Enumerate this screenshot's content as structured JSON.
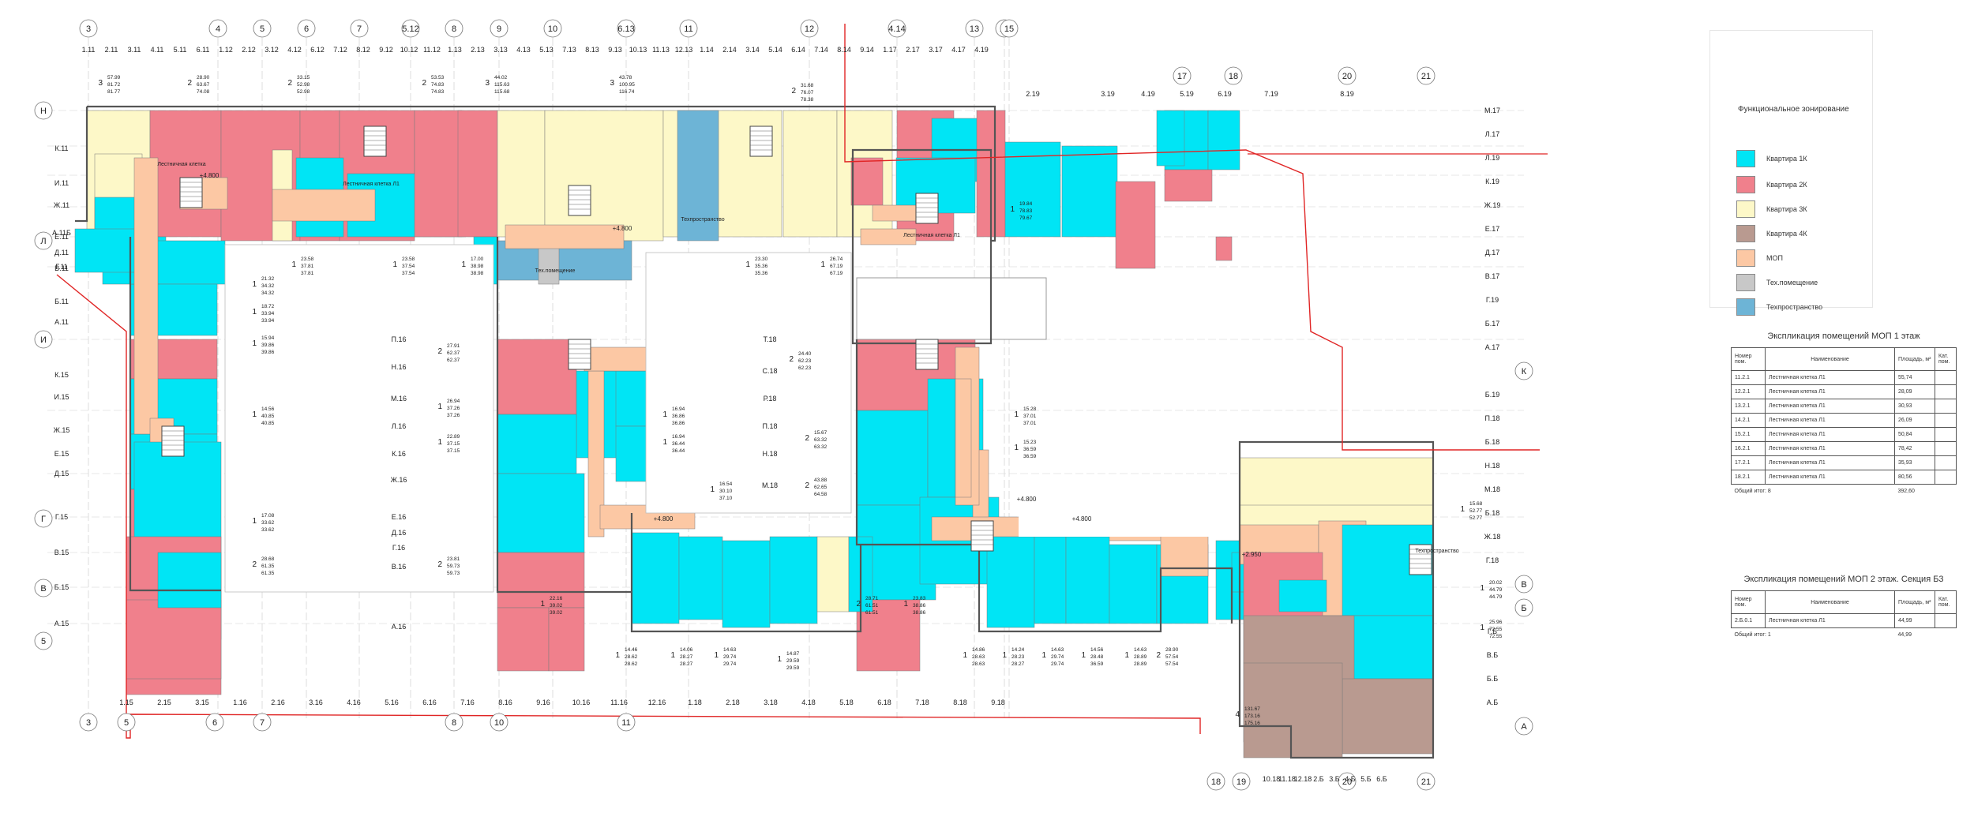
{
  "drawing": {
    "top_axes": [
      "3",
      "4",
      "5",
      "6",
      "7",
      "5.12",
      "8",
      "9",
      "10",
      "6.13",
      "11",
      "12",
      "4.14",
      "13",
      "14",
      "15"
    ],
    "top_subaxes": [
      "1.11",
      "2.11",
      "3.11",
      "4.11",
      "5.11",
      "6.11",
      "1.12",
      "2.12",
      "3.12",
      "4.12",
      "6.12",
      "7.12",
      "8.12",
      "9.12",
      "10.12",
      "11.12",
      "1.13",
      "2.13",
      "3.13",
      "4.13",
      "5.13",
      "7.13",
      "8.13",
      "9.13",
      "10.13",
      "11.13",
      "12.13",
      "1.14",
      "2.14",
      "3.14",
      "5.14",
      "6.14",
      "7.14",
      "8.14",
      "9.14",
      "1.17",
      "2.17",
      "3.17",
      "4.17",
      "4.19"
    ],
    "right_axes": [
      "2.19",
      "3.19",
      "4.19",
      "5.19",
      "6.19",
      "7.19",
      "8.19",
      "17",
      "18",
      "20",
      "21"
    ],
    "bottom_axes": [
      "3",
      "5",
      "6",
      "7",
      "8",
      "10",
      "11",
      "18",
      "19",
      "20",
      "21"
    ],
    "bottom_subaxes": [
      "1.15",
      "2.15",
      "3.15",
      "1.16",
      "2.16",
      "3.16",
      "4.16",
      "5.16",
      "6.16",
      "7.16",
      "8.16",
      "9.16",
      "10.16",
      "11.16",
      "12.16",
      "1.18",
      "2.18",
      "3.18",
      "4.18",
      "5.18",
      "6.18",
      "7.18",
      "8.18",
      "9.18",
      "10.18",
      "11.18",
      "12.18",
      "2.Б",
      "3.Б",
      "4.Б",
      "5.Б",
      "6.Б"
    ],
    "left_axes": [
      "Н",
      "К.11",
      "И.11",
      "Ж.11",
      "Е.11",
      "Д.11",
      "Г.11",
      "А.11Б",
      "Л",
      "В.11",
      "Б.11",
      "А.11",
      "И",
      "К.15",
      "И.15",
      "Ж.15",
      "Е.15",
      "Д.15",
      "Г.15",
      "Г",
      "В.15",
      "Б.15",
      "В",
      "А.15",
      "5"
    ],
    "mid_axes": [
      "П.16",
      "Н.16",
      "М.16",
      "Л.16",
      "К.16",
      "Ж.16",
      "Е.16",
      "Д.16",
      "Г.16",
      "В.16",
      "А.16",
      "Т.18",
      "С.18",
      "Р.18",
      "П.18",
      "Н.18",
      "М.18"
    ],
    "right_side_axes": [
      "М.17",
      "Л.17",
      "Л.19",
      "К.19",
      "Ж.19",
      "Е.17",
      "Д.17",
      "В.17",
      "Г.19",
      "Б.17",
      "А.17",
      "К",
      "Б.19",
      "П.18",
      "Б.18",
      "Н.18",
      "М.18",
      "Б.18",
      "Ж.18",
      "Г.18",
      "В",
      "Б",
      "Г.Б",
      "В.Б",
      "Б.Б",
      "А.Б",
      "А"
    ],
    "room_labels": [
      "Лестничная клетка",
      "Лестничная клетка Л1",
      "Техпространство",
      "Тех.помещение",
      "Лестничная клетка Л1",
      "Техпространство"
    ],
    "levels": [
      "+4.800",
      "+4.800",
      "+4.800",
      "+4.800",
      "+2.950",
      "+4.800"
    ],
    "unit_tags": [
      {
        "rooms": "3",
        "areas": [
          "57.99",
          "81.72",
          "81.77"
        ]
      },
      {
        "rooms": "2",
        "areas": [
          "28.90",
          "63.67",
          "74.08"
        ]
      },
      {
        "rooms": "2",
        "areas": [
          "33.15",
          "52.98",
          "52.98"
        ]
      },
      {
        "rooms": "2",
        "areas": [
          "53.53",
          "74.83",
          "74.83"
        ]
      },
      {
        "rooms": "3",
        "areas": [
          "44.02",
          "115.63",
          "115.68"
        ]
      },
      {
        "rooms": "3",
        "areas": [
          "43.78",
          "100.95",
          "116.74"
        ]
      },
      {
        "rooms": "2",
        "areas": [
          "31.68",
          "76.07",
          "78.38"
        ]
      },
      {
        "rooms": "1",
        "areas": [
          "19.84",
          "78.83",
          "79.67"
        ]
      },
      {
        "rooms": "1",
        "areas": [
          "23.58",
          "37.81",
          "37.81"
        ]
      },
      {
        "rooms": "1",
        "areas": [
          "23.58",
          "37.54",
          "37.54"
        ]
      },
      {
        "rooms": "1",
        "areas": [
          "17.00",
          "38.98",
          "38.98"
        ]
      },
      {
        "rooms": "1",
        "areas": [
          "23.30",
          "35.36",
          "35.36"
        ]
      },
      {
        "rooms": "1",
        "areas": [
          "26.74",
          "67.19",
          "67.19"
        ]
      },
      {
        "rooms": "1",
        "areas": [
          "21.32",
          "34.32",
          "34.32"
        ]
      },
      {
        "rooms": "1",
        "areas": [
          "18.72",
          "33.94",
          "33.94"
        ]
      },
      {
        "rooms": "1",
        "areas": [
          "15.94",
          "39.86",
          "39.86"
        ]
      },
      {
        "rooms": "1",
        "areas": [
          "14.56",
          "40.85",
          "40.85"
        ]
      },
      {
        "rooms": "2",
        "areas": [
          "27.91",
          "62.37",
          "62.37"
        ]
      },
      {
        "rooms": "2",
        "areas": [
          "24.40",
          "62.23",
          "62.23"
        ]
      },
      {
        "rooms": "1",
        "areas": [
          "26.94",
          "37.26",
          "37.26"
        ]
      },
      {
        "rooms": "1",
        "areas": [
          "22.89",
          "37.15",
          "37.15"
        ]
      },
      {
        "rooms": "1",
        "areas": [
          "16.94",
          "36.86",
          "36.86"
        ]
      },
      {
        "rooms": "1",
        "areas": [
          "16.94",
          "36.44",
          "36.44"
        ]
      },
      {
        "rooms": "2",
        "areas": [
          "15.67",
          "63.32",
          "63.32"
        ]
      },
      {
        "rooms": "1",
        "areas": [
          "15.28",
          "37.01",
          "37.01"
        ]
      },
      {
        "rooms": "1",
        "areas": [
          "15.23",
          "36.59",
          "36.59"
        ]
      },
      {
        "rooms": "1",
        "areas": [
          "16.54",
          "30.10",
          "37.10"
        ]
      },
      {
        "rooms": "2",
        "areas": [
          "43.88",
          "62.65",
          "64.58"
        ]
      },
      {
        "rooms": "1",
        "areas": [
          "17.08",
          "33.62",
          "33.62"
        ]
      },
      {
        "rooms": "2",
        "areas": [
          "28.68",
          "61.35",
          "61.35"
        ]
      },
      {
        "rooms": "2",
        "areas": [
          "23.81",
          "59.73",
          "59.73"
        ]
      },
      {
        "rooms": "1",
        "areas": [
          "22.16",
          "39.02",
          "39.02"
        ]
      },
      {
        "rooms": "2",
        "areas": [
          "28.71",
          "61.51",
          "61.51"
        ]
      },
      {
        "rooms": "1",
        "areas": [
          "23.83",
          "38.86",
          "38.86"
        ]
      },
      {
        "rooms": "1",
        "areas": [
          "14.46",
          "28.62",
          "28.62"
        ]
      },
      {
        "rooms": "1",
        "areas": [
          "14.06",
          "28.27",
          "28.27"
        ]
      },
      {
        "rooms": "1",
        "areas": [
          "14.63",
          "29.74",
          "29.74"
        ]
      },
      {
        "rooms": "1",
        "areas": [
          "14.87",
          "29.59",
          "29.59"
        ]
      },
      {
        "rooms": "1",
        "areas": [
          "14.86",
          "28.63",
          "28.63"
        ]
      },
      {
        "rooms": "1",
        "areas": [
          "14.24",
          "28.23",
          "28.27"
        ]
      },
      {
        "rooms": "1",
        "areas": [
          "14.63",
          "29.74",
          "29.74"
        ]
      },
      {
        "rooms": "1",
        "areas": [
          "14.56",
          "28.48",
          "36.59"
        ]
      },
      {
        "rooms": "1",
        "areas": [
          "14.63",
          "28.89",
          "28.89"
        ]
      },
      {
        "rooms": "2",
        "areas": [
          "28.90",
          "57.54",
          "57.54"
        ]
      },
      {
        "rooms": "4",
        "areas": [
          "131.67",
          "173.16",
          "175.16"
        ]
      },
      {
        "rooms": "1",
        "areas": [
          "15.68",
          "52.77",
          "52.77"
        ]
      },
      {
        "rooms": "1",
        "areas": [
          "20.02",
          "44.79",
          "44.79"
        ]
      },
      {
        "rooms": "1",
        "areas": [
          "25.96",
          "72.55",
          "72.55"
        ]
      }
    ]
  },
  "legend": {
    "title": "Функциональное зонирование",
    "items": [
      {
        "label": "Квартира 1К",
        "color": "#00e5f5"
      },
      {
        "label": "Квартира 2К",
        "color": "#f0808c"
      },
      {
        "label": "Квартира 3К",
        "color": "#fdf8c8"
      },
      {
        "label": "Квартира 4К",
        "color": "#b99a90"
      },
      {
        "label": "МОП",
        "color": "#fcc8a4"
      },
      {
        "label": "Тех.помещение",
        "color": "#c8c8c8"
      },
      {
        "label": "Техпространство",
        "color": "#6db4d6"
      }
    ]
  },
  "table1": {
    "title": "Экспликация помещений МОП 1 этаж",
    "headers": [
      "Номер пом.",
      "Наименование",
      "Площадь, м²",
      "Кат. пом."
    ],
    "rows": [
      {
        "num": "11.2.1",
        "name": "Лестничная клетка Л1",
        "area": "55,74"
      },
      {
        "num": "12.2.1",
        "name": "Лестничная клетка Л1",
        "area": "28,09"
      },
      {
        "num": "13.2.1",
        "name": "Лестничная клетка Л1",
        "area": "30,93"
      },
      {
        "num": "14.2.1",
        "name": "Лестничная клетка Л1",
        "area": "26,09"
      },
      {
        "num": "15.2.1",
        "name": "Лестничная клетка Л1",
        "area": "50,84"
      },
      {
        "num": "16.2.1",
        "name": "Лестничная клетка Л1",
        "area": "78,42"
      },
      {
        "num": "17.2.1",
        "name": "Лестничная клетка Л1",
        "area": "35,93"
      },
      {
        "num": "18.2.1",
        "name": "Лестничная клетка Л1",
        "area": "80,56"
      }
    ],
    "total_label": "Общий итог: 8",
    "total_value": "392,60"
  },
  "table2": {
    "title": "Экспликация помещений МОП 2 этаж. Секция Б3",
    "headers": [
      "Номер пом.",
      "Наименование",
      "Площадь, м²",
      "Кат. пом."
    ],
    "rows": [
      {
        "num": "2.Б.0.1",
        "name": "Лестничная клетка Л1",
        "area": "44,99"
      }
    ],
    "total_label": "Общий итог: 1",
    "total_value": "44,99"
  }
}
